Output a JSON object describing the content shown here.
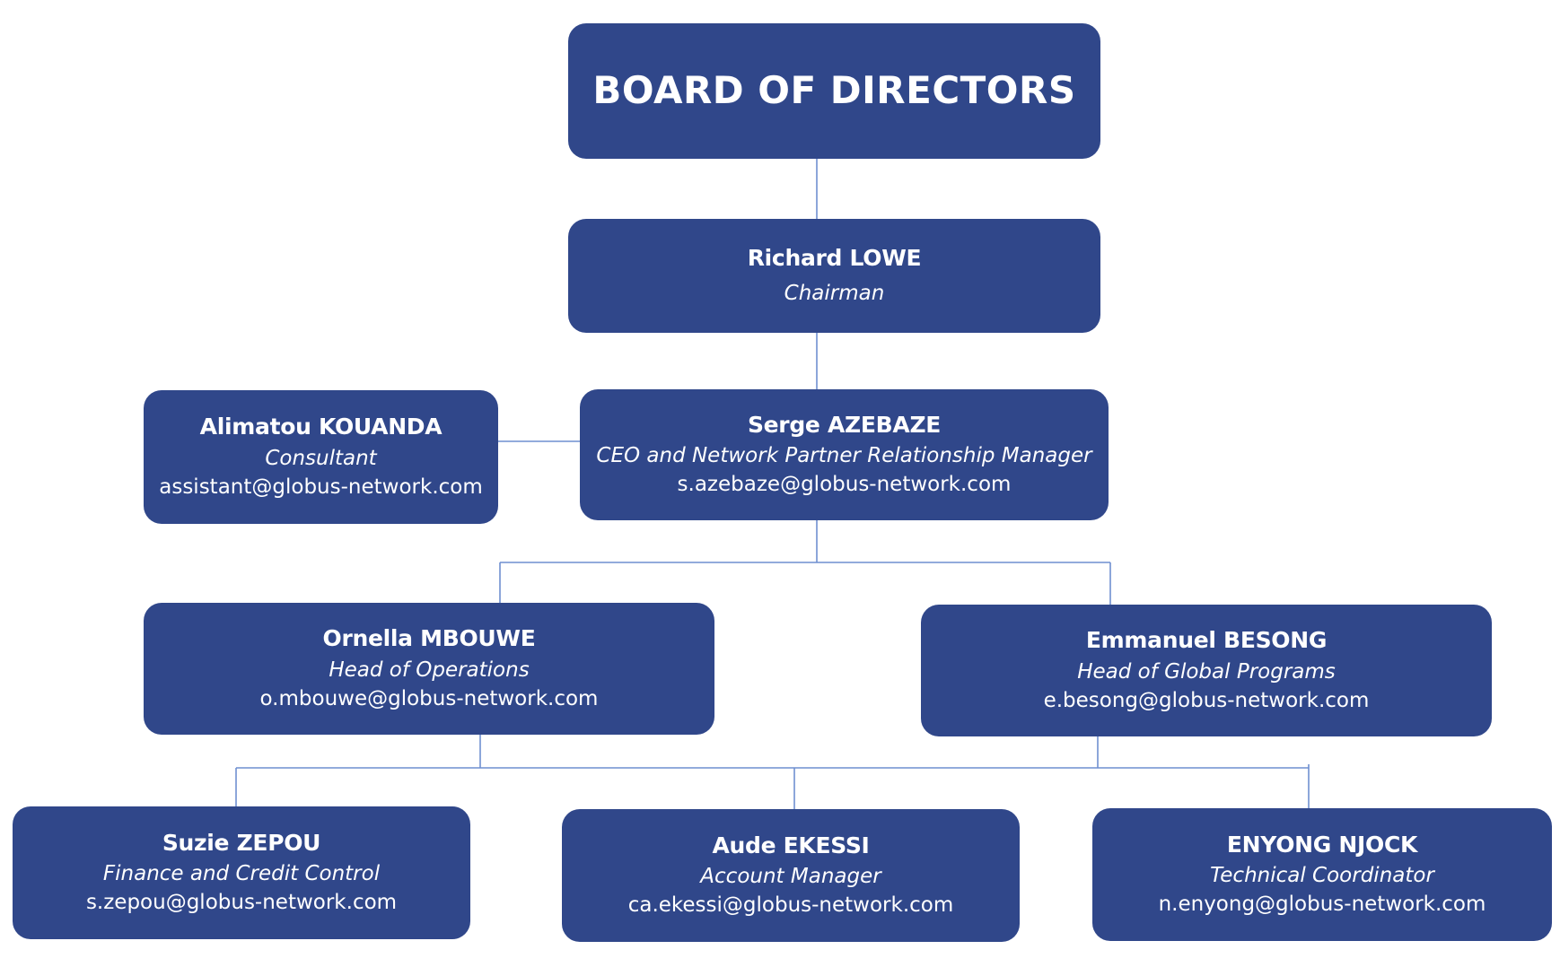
{
  "board": {
    "title": "BOARD OF DIRECTORS"
  },
  "chairman": {
    "name": "Richard LOWE",
    "role": "Chairman"
  },
  "consultant": {
    "name": "Alimatou KOUANDA",
    "role": "Consultant",
    "email": "assistant@globus-network.com"
  },
  "ceo": {
    "name": "Serge AZEBAZE",
    "role": "CEO and Network Partner Relationship Manager",
    "email": "s.azebaze@globus-network.com"
  },
  "head_operations": {
    "name": "Ornella MBOUWE",
    "role": "Head of Operations",
    "email": "o.mbouwe@globus-network.com"
  },
  "head_programs": {
    "name": "Emmanuel BESONG",
    "role": "Head of Global Programs",
    "email": "e.besong@globus-network.com"
  },
  "finance": {
    "name": "Suzie ZEPOU",
    "role": "Finance and Credit Control",
    "email": "s.zepou@globus-network.com"
  },
  "account_manager": {
    "name": "Aude EKESSI",
    "role": "Account Manager",
    "email": "ca.ekessi@globus-network.com"
  },
  "technical": {
    "name": "ENYONG NJOCK",
    "role": "Technical Coordinator",
    "email": "n.enyong@globus-network.com"
  },
  "colors": {
    "box_fill": "#30478a",
    "box_text": "#ffffff",
    "connector": "#6f8fd0",
    "background": "#ffffff"
  }
}
